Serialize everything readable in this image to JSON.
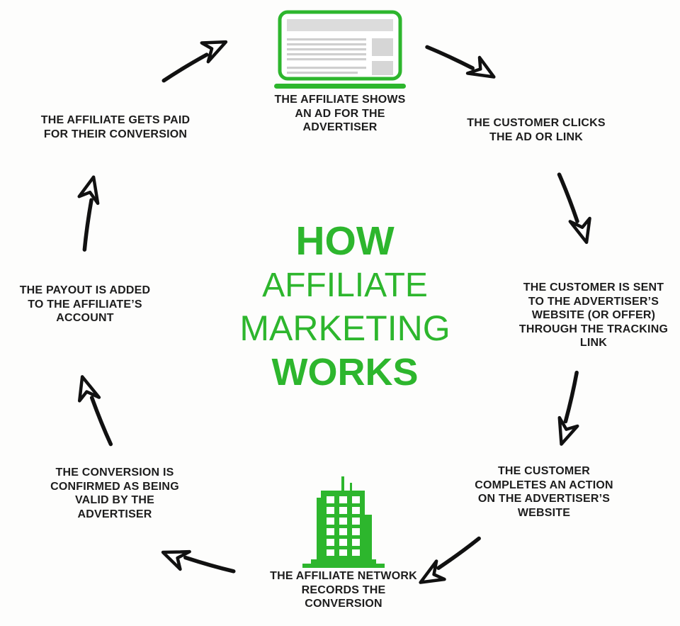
{
  "title": {
    "line1": "HOW",
    "line2": "AFFILIATE",
    "line3": "MARKETING",
    "line4": "WORKS"
  },
  "steps": {
    "top": {
      "label": "THE AFFILIATE SHOWS\nAN AD FOR THE\nADVERTISER",
      "icon": "browser-ad-icon"
    },
    "top_right": {
      "label": "THE CUSTOMER CLICKS\nTHE AD OR LINK"
    },
    "right": {
      "label": "THE CUSTOMER IS SENT\nTO THE ADVERTISER’S\nWEBSITE (OR OFFER)\nTHROUGH THE TRACKING\nLINK"
    },
    "bottom_right": {
      "label": "THE CUSTOMER\nCOMPLETES AN ACTION\nON THE ADVERTISER’S\nWEBSITE"
    },
    "bottom": {
      "label": "THE AFFILIATE NETWORK\nRECORDS THE\nCONVERSION",
      "icon": "office-building-icon"
    },
    "bottom_left": {
      "label": "THE CONVERSION IS\nCONFIRMED AS BEING\nVALID BY THE\nADVERTISER"
    },
    "left": {
      "label": "THE PAYOUT IS ADDED\nTO THE AFFILIATE’S\nACCOUNT"
    },
    "top_left": {
      "label": "THE AFFILIATE GETS PAID\nFOR THEIR CONVERSION"
    }
  },
  "arrows": {
    "top_left_to_top": {
      "icon": "hand-drawn-arrow-icon",
      "direction": "up-right"
    },
    "top_to_top_right": {
      "icon": "hand-drawn-arrow-icon",
      "direction": "down-right"
    },
    "top_right_to_right": {
      "icon": "hand-drawn-arrow-icon",
      "direction": "down"
    },
    "right_to_bottom_right": {
      "icon": "hand-drawn-arrow-icon",
      "direction": "down-left"
    },
    "bottom_right_to_bottom": {
      "icon": "hand-drawn-arrow-icon",
      "direction": "down-left"
    },
    "bottom_to_bottom_left": {
      "icon": "hand-drawn-arrow-icon",
      "direction": "up-left"
    },
    "bottom_left_to_left": {
      "icon": "hand-drawn-arrow-icon",
      "direction": "up"
    },
    "left_to_top_left": {
      "icon": "hand-drawn-arrow-icon",
      "direction": "up-right"
    }
  },
  "colors": {
    "accent_green": "#2db62d",
    "label_text": "#1d1d1d",
    "icon_gray": "#d6d6d6",
    "arrow_black": "#111111",
    "background": "#fdfdfc"
  }
}
